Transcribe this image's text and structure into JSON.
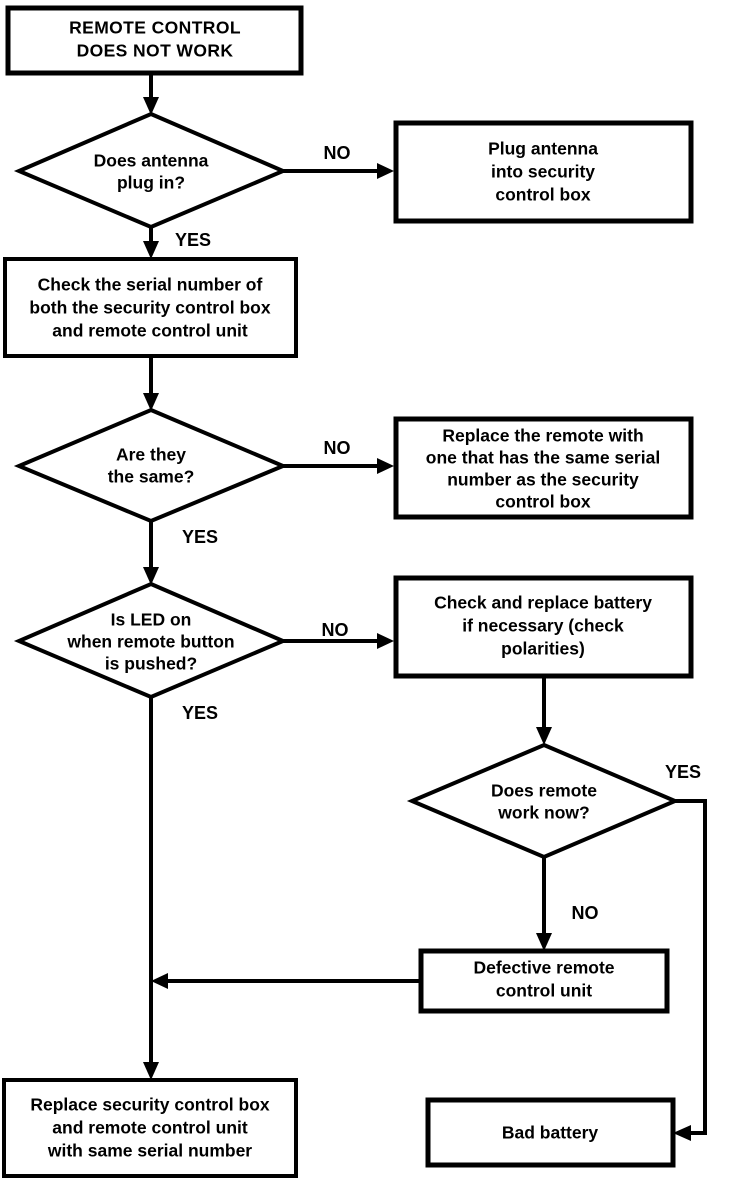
{
  "diagram": {
    "type": "flowchart",
    "title": "REMOTE CONTROL DOES NOT WORK",
    "orientation": "top-to-bottom",
    "background_color": "#ffffff",
    "line_color": "#000000",
    "text_color": "#000000"
  },
  "nodes": {
    "start": {
      "shape": "rectangle",
      "lines": [
        "REMOTE CONTROL",
        "DOES NOT WORK"
      ]
    },
    "q_antenna": {
      "shape": "diamond",
      "lines": [
        "Does antenna",
        "plug in?"
      ]
    },
    "plug_antenna": {
      "shape": "rectangle",
      "lines": [
        "Plug antenna",
        "into security",
        "control box"
      ]
    },
    "check_serial": {
      "shape": "rectangle",
      "lines": [
        "Check the serial number of",
        "both the security control box",
        "and remote control unit"
      ]
    },
    "q_same": {
      "shape": "diamond",
      "lines": [
        "Are they",
        "the same?"
      ]
    },
    "replace_remote": {
      "shape": "rectangle",
      "lines": [
        "Replace the remote with",
        "one that has the same serial",
        "number as the security",
        "control box"
      ]
    },
    "q_led": {
      "shape": "diamond",
      "lines": [
        "Is LED on",
        "when remote button",
        "is pushed?"
      ]
    },
    "check_battery": {
      "shape": "rectangle",
      "lines": [
        "Check and replace battery",
        "if necessary (check",
        "polarities)"
      ]
    },
    "q_works_now": {
      "shape": "diamond",
      "lines": [
        "Does remote",
        "work now?"
      ]
    },
    "defective_remote": {
      "shape": "rectangle",
      "lines": [
        "Defective remote",
        "control unit"
      ]
    },
    "bad_battery": {
      "shape": "rectangle",
      "lines": [
        "Bad battery"
      ]
    },
    "replace_both": {
      "shape": "rectangle",
      "lines": [
        "Replace security control box",
        "and remote control unit",
        "with same serial number"
      ]
    }
  },
  "edge_labels": {
    "antenna_no": "NO",
    "antenna_yes": "YES",
    "same_no": "NO",
    "same_yes": "YES",
    "led_no": "NO",
    "led_yes": "YES",
    "works_yes": "YES",
    "works_no": "NO"
  }
}
